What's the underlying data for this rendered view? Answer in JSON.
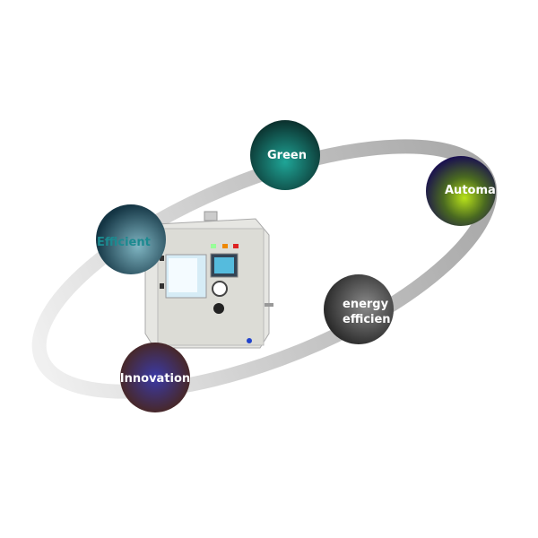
{
  "labels": {
    "green": "Green",
    "automation": "Automa",
    "efficient": "Efficient",
    "energy_line1": "energy",
    "energy_line2": "efficien",
    "innovation": "Innovation"
  },
  "colors": {
    "ring": "#b8b8b8",
    "green_sphere": "#0f6b63",
    "automation_sphere": "#9ccc1a",
    "efficient_sphere": "#2c5f72",
    "energy_sphere": "#555555",
    "innovation_sphere": "#3a2a7a"
  }
}
